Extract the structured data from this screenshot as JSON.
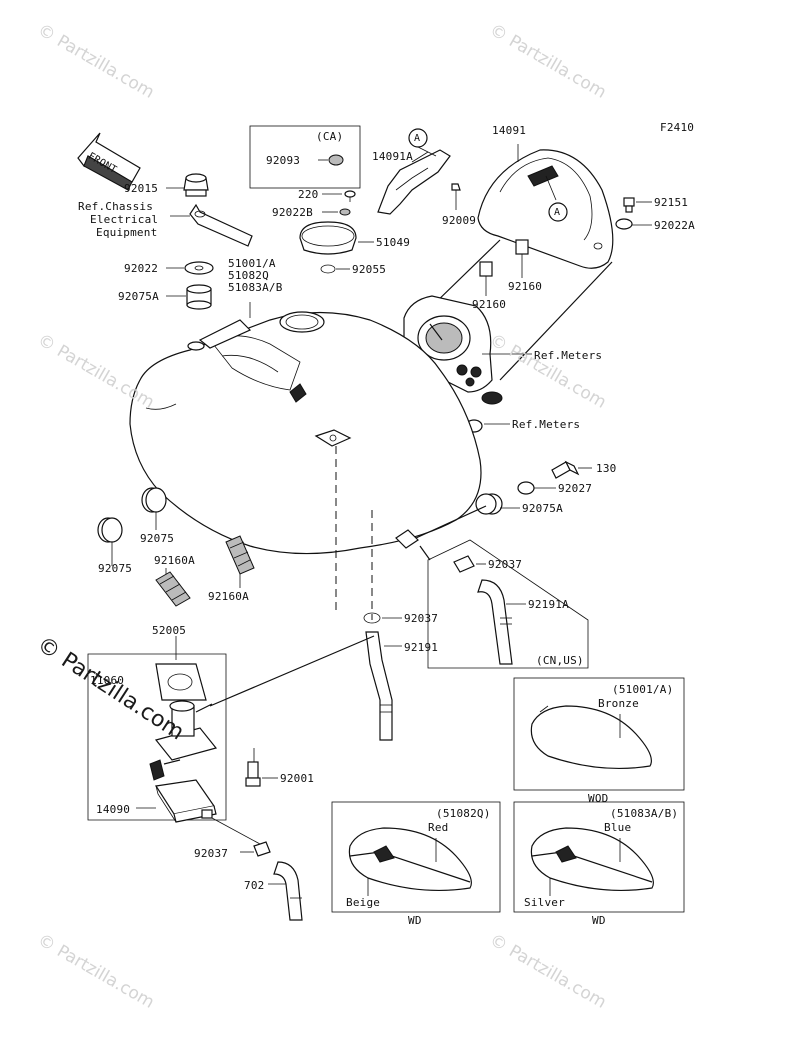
{
  "figure_code": "F2410",
  "front_arrow": "FRONT",
  "watermark": "© Partzilla.com",
  "parts": {
    "p92015": "92015",
    "ref_chassis": "Ref.Chassis",
    "electrical": "Electrical",
    "equipment": "Equipment",
    "p92022": "92022",
    "p51001a": "51001/A",
    "p51082q": "51082Q",
    "p51083ab": "51083A/B",
    "p92075a_top": "92075A",
    "ca": "(CA)",
    "p92093": "92093",
    "p220": "220",
    "p92022b": "92022B",
    "p51049": "51049",
    "p92055": "92055",
    "p14091a": "14091A",
    "p92009": "92009",
    "p14091": "14091",
    "p92151": "92151",
    "p92022a": "92022A",
    "p92160_l": "92160",
    "p92160_r": "92160",
    "ref_meters_1": "Ref.Meters",
    "ref_meters_2": "Ref.Meters",
    "p130": "130",
    "p92027": "92027",
    "p92075a_r": "92075A",
    "p92075_a": "92075",
    "p92075_b": "92075",
    "p92160a_1": "92160A",
    "p92160a_2": "92160A",
    "p92037_r": "92037",
    "p92191a": "92191A",
    "cn_us": "(CN,US)",
    "p92037_m": "92037",
    "p92191": "92191",
    "p52005": "52005",
    "p11060": "11060",
    "p92001": "92001",
    "p14090": "14090",
    "p92037_b": "92037",
    "p702": "702",
    "callout_a": "A"
  },
  "variants": [
    {
      "code": "(51001/A)",
      "color": "Bronze",
      "second_color": "",
      "group": "WOD"
    },
    {
      "code": "(51082Q)",
      "color": "Red",
      "second_color": "Beige",
      "group": "WD"
    },
    {
      "code": "(51083A/B)",
      "color": "Blue",
      "second_color": "Silver",
      "group": "WD"
    }
  ]
}
